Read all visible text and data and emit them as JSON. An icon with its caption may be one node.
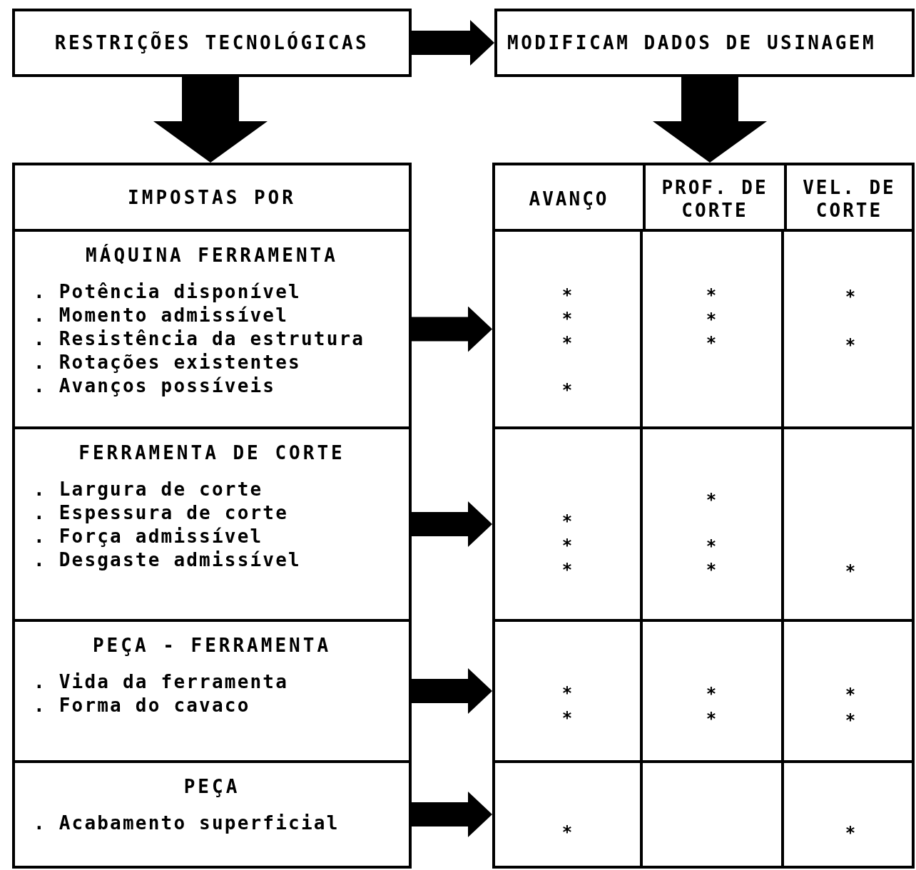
{
  "diagram": {
    "nodes": [
      {
        "text": [
          "RESTRIÇÕES TECNOLÓGICAS"
        ]
      },
      {
        "text": [
          "MODIFICAM DADOS DE USINAGEM"
        ]
      },
      {
        "text": [
          "IMPOSTAS POR"
        ]
      },
      {
        "text": [
          "MÁQUINA FERRAMENTA",
          ". Potência disponível",
          ". Momento admissível",
          ". Resistência da estrutura",
          ". Rotações existentes",
          ". Avanços possíveis"
        ],
        "in": 2
      },
      {
        "text": [
          "FERRAMENTA DE CORTE",
          ". Largura de corte",
          ". Espessura de corte",
          ". Força admissível",
          ". Desgaste admissível"
        ],
        "in": 2
      },
      {
        "text": [
          "PEÇA - FERRAMENTA",
          ". Vida da ferramenta",
          ". Forma do cavaco"
        ],
        "in": 2
      },
      {
        "text": [
          "PEÇA",
          ". Acabamento superficial"
        ],
        "in": 2
      },
      {
        "text": [
          "AVANÇO",
          "PROF. DE CORTE",
          "VEL. DE CORTE"
        ]
      },
      {
        "text": [],
        "shape": "box",
        "in": 7
      },
      {
        "text": [],
        "shape": "box",
        "in": 7
      },
      {
        "text": [],
        "shape": "box",
        "in": 7
      },
      {
        "text": [],
        "shape": "box",
        "in": 7
      }
    ],
    "edges": [
      {
        "from": 0,
        "to": 1,
        "arrow": "to"
      },
      {
        "from": 0,
        "to": 2,
        "arrow": "to",
        "style": "thick"
      },
      {
        "from": 1,
        "to": 7,
        "arrow": "to",
        "style": "thick"
      },
      {
        "from": 3,
        "to": 8,
        "arrow": "to"
      },
      {
        "from": 4,
        "to": 9,
        "arrow": "to"
      },
      {
        "from": 5,
        "to": 10,
        "arrow": "to"
      },
      {
        "from": 6,
        "to": 11,
        "arrow": "to"
      }
    ],
    "labels": [
      "*",
      "*",
      "*",
      "*",
      "*",
      "*",
      "*",
      "*",
      "*",
      "*",
      "*",
      "*",
      "*",
      "*",
      "*",
      "*",
      "*",
      "*",
      "*",
      "*",
      "*",
      "*",
      "*",
      "*"
    ]
  }
}
